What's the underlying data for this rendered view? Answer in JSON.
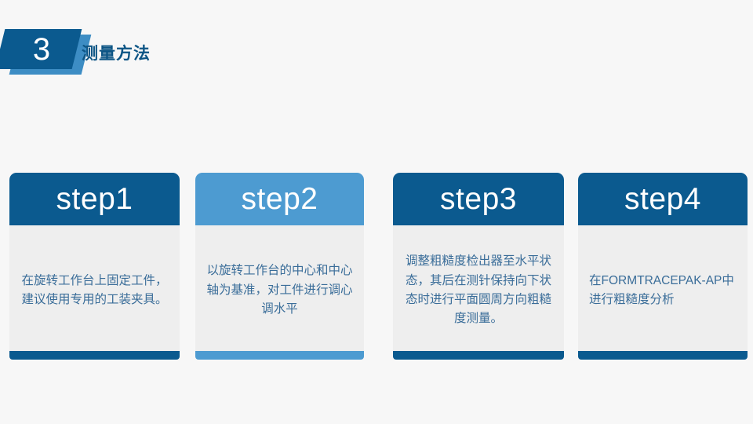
{
  "slide": {
    "background_color": "#f7f7f7"
  },
  "header": {
    "section_number": "3",
    "title": "测量方法",
    "badge_color": "#0b5a8f",
    "badge_shadow_color": "#3d8dc4",
    "title_color": "#0d5585"
  },
  "steps": [
    {
      "label": "step1",
      "text": "在旋转工作台上固定工件，建议使用专用的工装夹具。",
      "head_color": "#0b5a8f",
      "foot_color": "#0b5a8f",
      "body_color": "#eeeeee",
      "text_color": "#3a6d99",
      "align": "center"
    },
    {
      "label": "step2",
      "text": "以旋转工作台的中心和中心轴为基准，对工件进行调心调水平",
      "head_color": "#4d9bd1",
      "foot_color": "#4d9bd1",
      "body_color": "#eeeeee",
      "text_color": "#3a6d99",
      "align": "center"
    },
    {
      "label": "step3",
      "text": "调整粗糙度检出器至水平状态，其后在测针保持向下状态时进行平面圆周方向粗糙度测量。",
      "head_color": "#0b5a8f",
      "foot_color": "#0b5a8f",
      "body_color": "#eeeeee",
      "text_color": "#3a6d99",
      "align": "center"
    },
    {
      "label": "step4",
      "text": "在FORMTRACEPAK-AP中进行粗糙度分析",
      "head_color": "#0b5a8f",
      "foot_color": "#0b5a8f",
      "body_color": "#eeeeee",
      "text_color": "#3a6d99",
      "align": "left"
    }
  ]
}
